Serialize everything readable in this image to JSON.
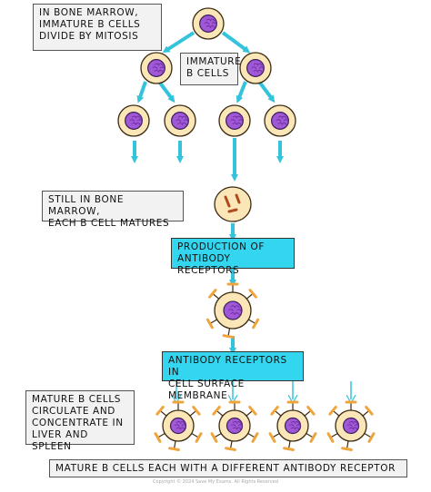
{
  "labels": {
    "mitosis": "IN BONE MARROW,\nIMMATURE B CELLS\nDIVIDE BY MITOSIS",
    "immature": "IMMATURE\nB CELLS",
    "matures": "STILL IN BONE MARROW,\nEACH B CELL MATURES",
    "production": "PRODUCTION OF\nANTIBODY RECEPTORS",
    "membrane": "ANTIBODY RECEPTORS IN\nCELL SURFACE MEMBRANE",
    "circulate": "MATURE B CELLS\nCIRCULATE AND\nCONCENTRATE IN\nLIVER AND SPLEEN",
    "footer": "MATURE B CELLS EACH WITH A DIFFERENT ANTIBODY RECEPTOR"
  },
  "watermark": "Copyright © 2024 Save My Exams. All Rights Reserved",
  "colors": {
    "cell_fill": "#fbe6b8",
    "nucleus_fill": "#a058d6",
    "arrow": "#33c4dc",
    "receptor": "#f0a53c",
    "box_fill": "#f2f2f2",
    "highlight_box": "#33d6ee"
  }
}
